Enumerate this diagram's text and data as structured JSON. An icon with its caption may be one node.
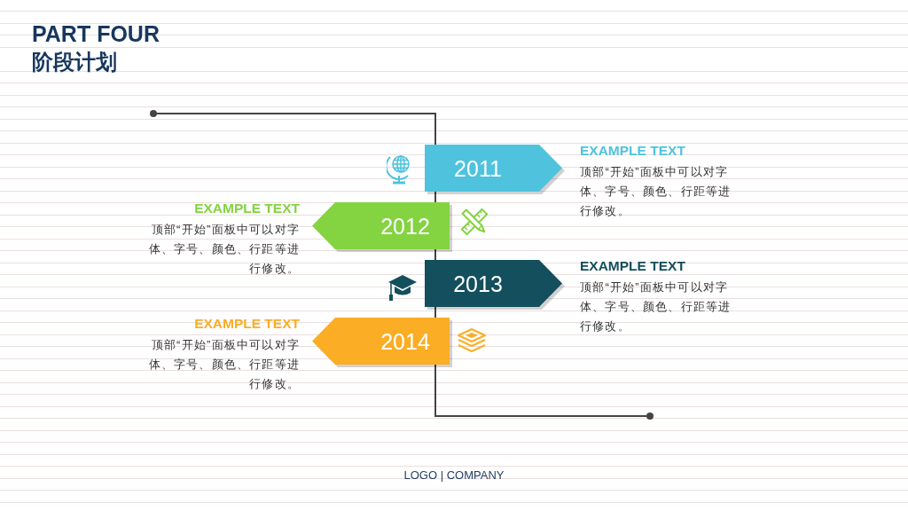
{
  "diagram": {
    "title": "PART FOUR",
    "nodes": [
      {
        "text": [
          "2011"
        ],
        "beside": [
          "EXAMPLE TEXT",
          "顶部“开始”面板中可以对字体、字号、颜色、行距等进行修改。"
        ]
      },
      {
        "text": [
          "2012"
        ],
        "beside": [
          "EXAMPLE TEXT",
          "顶部“开始”面板中可以对字体、字号、颜色、行距等进行修改。"
        ]
      },
      {
        "text": [
          "2013"
        ],
        "beside": [
          "EXAMPLE TEXT",
          "顶部“开始”面板中可以对字体、字号、颜色、行距等进行修改。"
        ]
      },
      {
        "text": [
          "2014"
        ],
        "beside": [
          "EXAMPLE TEXT",
          "顶部“开始”面板中可以对字体、字号、颜色、行距等进行修改。"
        ]
      }
    ],
    "labels": [
      "阶段计划",
      "LOGO | COMPANY"
    ]
  }
}
